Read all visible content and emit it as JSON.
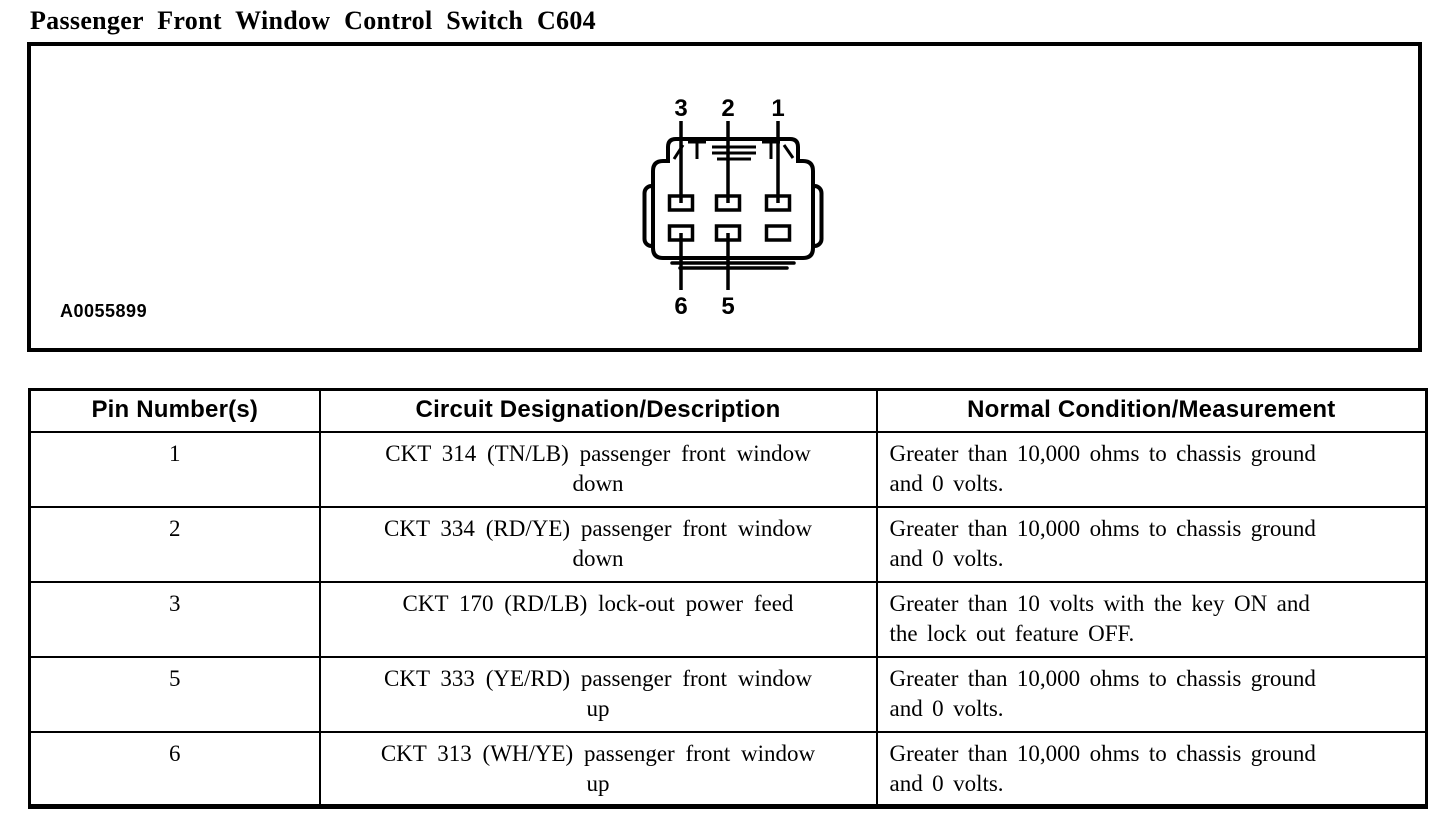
{
  "page": {
    "title": "Passenger Front Window Control Switch C604"
  },
  "figure": {
    "label": "A0055899",
    "connector": {
      "description": "6-cavity connector face view",
      "top_pin_labels": [
        "3",
        "2",
        "1"
      ],
      "bottom_pin_labels": [
        "6",
        "5"
      ]
    }
  },
  "table": {
    "headers": [
      "Pin Number(s)",
      "Circuit Designation/Description",
      "Normal Condition/Measurement"
    ],
    "rows": [
      {
        "pin": "1",
        "circuit": "CKT 314 (TN/LB) passenger front window down",
        "circuit_lines": [
          "CKT 314 (TN/LB) passenger front window",
          "down"
        ],
        "condition": "Greater than 10,000 ohms to chassis ground and 0 volts.",
        "condition_lines": [
          "Greater than 10,000 ohms to chassis ground",
          "and 0 volts."
        ]
      },
      {
        "pin": "2",
        "circuit": "CKT 334 (RD/YE) passenger front window down",
        "circuit_lines": [
          "CKT 334 (RD/YE) passenger front window",
          "down"
        ],
        "condition": "Greater than 10,000 ohms to chassis ground and 0 volts.",
        "condition_lines": [
          "Greater than 10,000 ohms to chassis ground",
          "and 0 volts."
        ]
      },
      {
        "pin": "3",
        "circuit": "CKT 170 (RD/LB) lock-out power feed",
        "circuit_lines": [
          "CKT 170 (RD/LB) lock-out power feed"
        ],
        "condition": "Greater than 10 volts with the key ON and the lock out feature OFF.",
        "condition_lines": [
          "Greater than 10 volts with the key ON and",
          "the lock out feature OFF."
        ]
      },
      {
        "pin": "5",
        "circuit": "CKT 333 (YE/RD) passenger front window up",
        "circuit_lines": [
          "CKT 333 (YE/RD) passenger front window",
          "up"
        ],
        "condition": "Greater than 10,000 ohms to chassis ground and 0 volts.",
        "condition_lines": [
          "Greater than 10,000 ohms to chassis ground",
          "and 0 volts."
        ]
      },
      {
        "pin": "6",
        "circuit": "CKT 313 (WH/YE) passenger front window up",
        "circuit_lines": [
          "CKT 313 (WH/YE) passenger front window",
          "up"
        ],
        "condition": "Greater than 10,000 ohms to chassis ground and 0 volts.",
        "condition_lines": [
          "Greater than 10,000 ohms to chassis ground",
          "and 0 volts."
        ]
      }
    ]
  },
  "colors": {
    "ink": "#000000",
    "paper": "#ffffff"
  }
}
